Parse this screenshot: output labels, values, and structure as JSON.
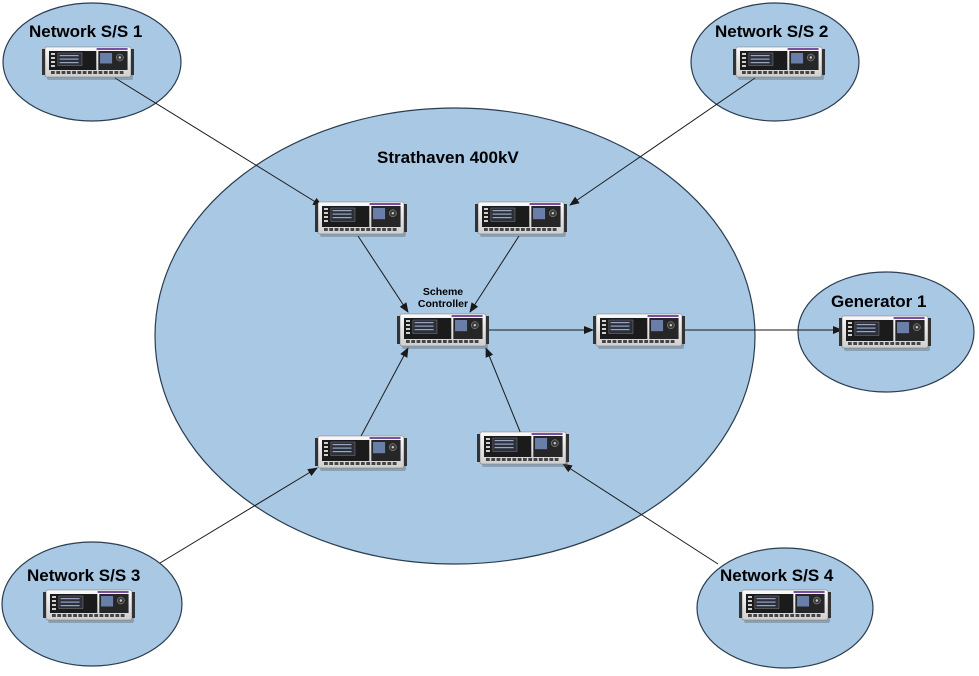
{
  "diagram": {
    "main_site": {
      "label": "Strathaven 400kV"
    },
    "controller": {
      "line1": "Scheme",
      "line2": "Controller"
    },
    "sites": [
      {
        "key": "nss1",
        "label": "Network S/S 1"
      },
      {
        "key": "nss2",
        "label": "Network S/S 2"
      },
      {
        "key": "gen1",
        "label": "Generator 1"
      },
      {
        "key": "nss3",
        "label": "Network S/S 3"
      },
      {
        "key": "nss4",
        "label": "Network S/S 4"
      }
    ],
    "colors": {
      "ellipse_fill": "#a8c8e4",
      "ellipse_stroke": "#2c3d50",
      "arrow": "#1a1a1a",
      "device_body": "#f2f2f2",
      "device_panel": "#1b1b1b",
      "device_display": "#6a7fa8",
      "device_accent": "#7a4ea0"
    }
  }
}
